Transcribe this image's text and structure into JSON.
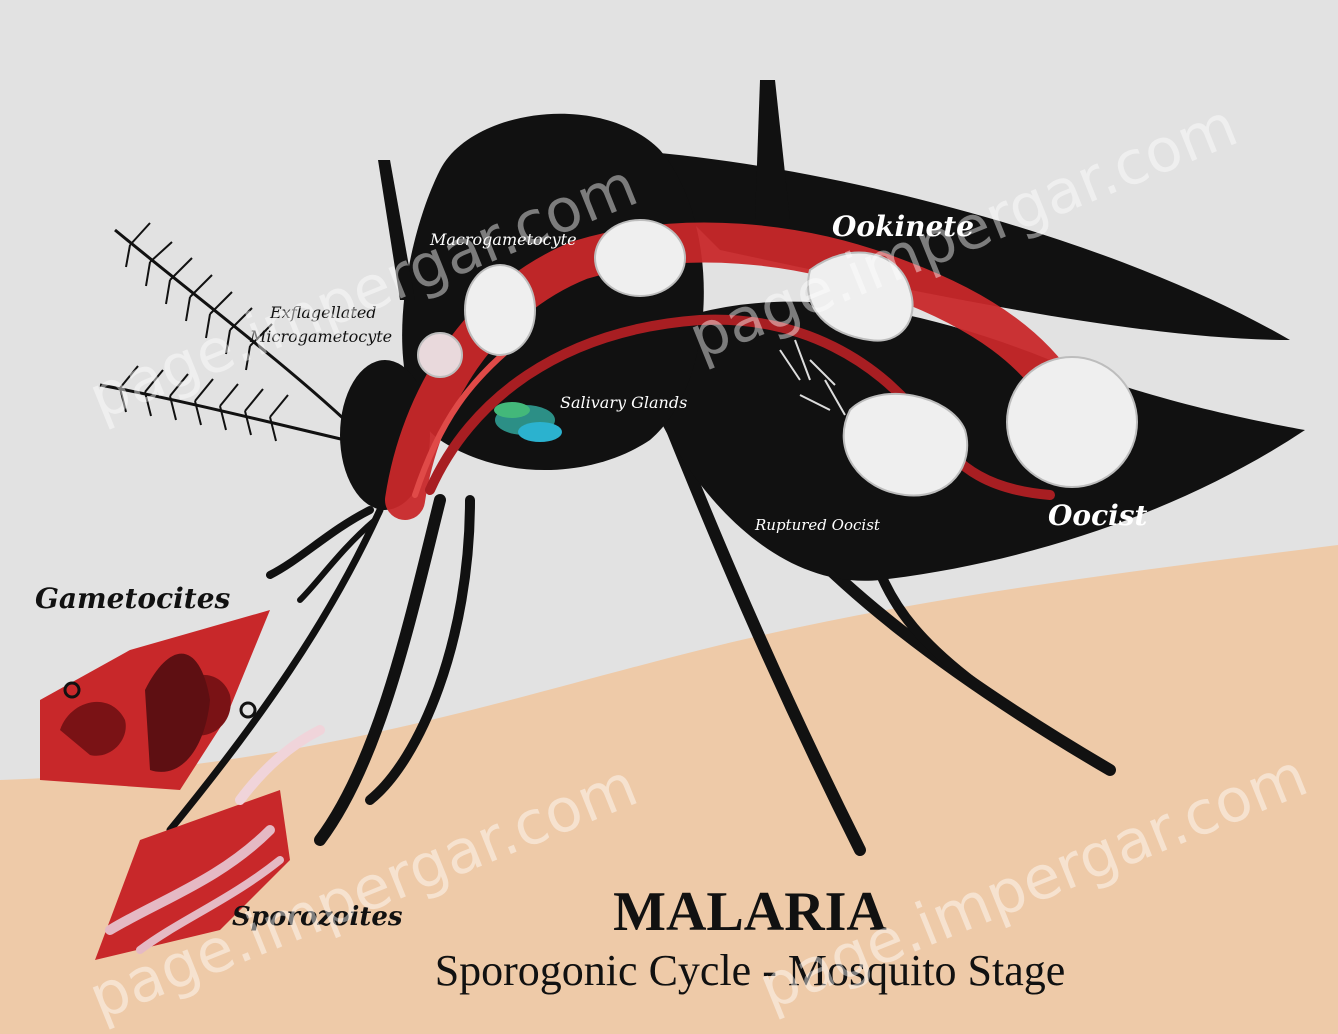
{
  "title": "MALARIA",
  "subtitle": "Sporogonic Cycle - Mosquito Stage",
  "labels": {
    "macrogametocyte": "Macrogametocyte",
    "exflagellated_microgametocyte": "Exflagellated Microgametocyte",
    "salivary_glands": "Salivary Glands",
    "ookinete": "Ookinete",
    "oocyst": "Oocist",
    "ruptured_oocyst": "Ruptured Oocist",
    "gametocytes": "Gametocites",
    "sporozoites": "Sporozoites"
  },
  "watermark": "page.impergar.com",
  "colors": {
    "background_top": "#e2e2e2",
    "skin": "#eecaa8",
    "mosquito_body": "#111111",
    "pathway_red": "#c8282a",
    "stage_white": "#efefef"
  }
}
